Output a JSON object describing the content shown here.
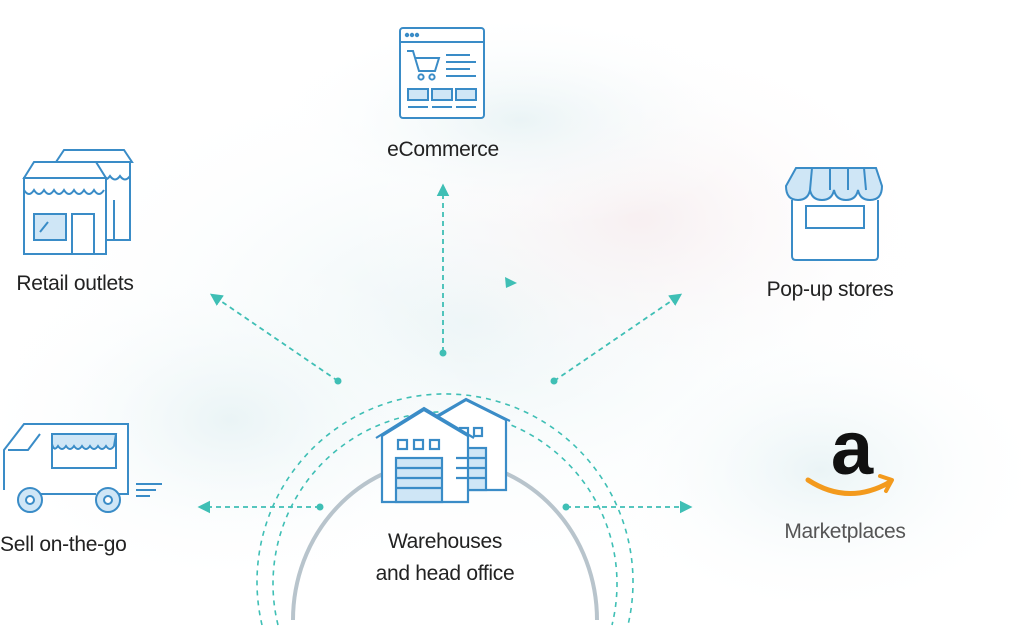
{
  "hub": {
    "label_line1": "Warehouses",
    "label_line2": "and head office",
    "icon": "warehouse-icon"
  },
  "channels": {
    "ecommerce": {
      "label": "eCommerce",
      "icon": "ecommerce-browser-cart-icon"
    },
    "retail": {
      "label": "Retail outlets",
      "icon": "storefront-buildings-icon"
    },
    "popup": {
      "label": "Pop-up stores",
      "icon": "popup-awning-stall-icon"
    },
    "go": {
      "label": "Sell on-the-go",
      "icon": "food-truck-icon"
    },
    "marketplaces": {
      "label": "Marketplaces",
      "icon": "amazon-logo-icon"
    }
  },
  "colors": {
    "icon_stroke": "#3a8cc7",
    "icon_fill": "#cfe6f6",
    "connector": "#3fbfb5",
    "ring": "#b8c4cc",
    "amazon_orange": "#f39a1d",
    "text": "#222222"
  }
}
